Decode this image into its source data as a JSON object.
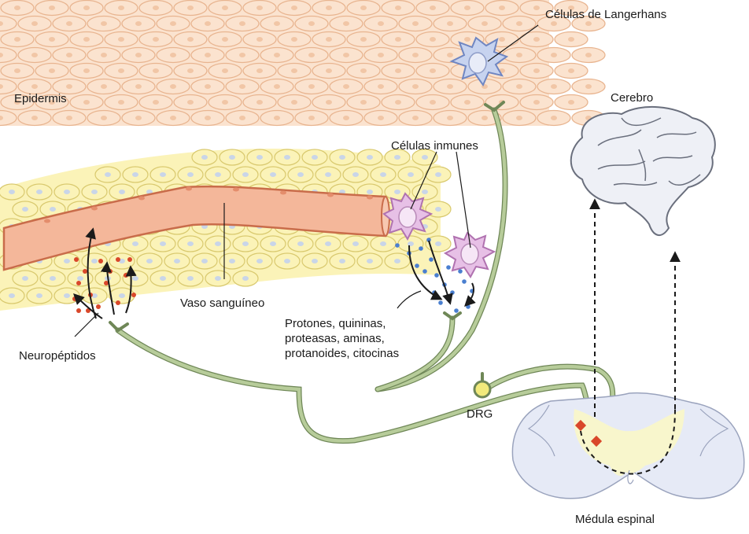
{
  "labels": {
    "epidermis": "Epidermis",
    "langerhans": "Células de Langerhans",
    "cerebro": "Cerebro",
    "inmunes": "Células inmunes",
    "vaso": "Vaso sanguíneo",
    "neuropeptidos": "Neuropéptidos",
    "mediators": [
      "Protones, quininas,",
      "proteasas, aminas,",
      "protanoides, citocinas"
    ],
    "drg": "DRG",
    "medula": "Médula espinal"
  },
  "colors": {
    "epidermis_fill": "#fbe3cf",
    "epidermis_outline": "#e8b48f",
    "dermis_fill": "#fbf3b8",
    "dermis_outline": "#d9c96e",
    "vessel_fill": "#f4b79a",
    "vessel_outline": "#c96c4a",
    "neuron": "#b7cc9a",
    "neuron_outline": "#6f8757",
    "immune_cell": "#e7c0e6",
    "langerhans_cell": "#c7d3ef",
    "neuropeptide_dot": "#d9472a",
    "mediator_dot": "#4a7fd0",
    "spinal_gray": "#e6eaf6",
    "spinal_center": "#f8f6cc",
    "brain_fill": "#eef0f6",
    "brain_outline": "#6a6f7d"
  }
}
